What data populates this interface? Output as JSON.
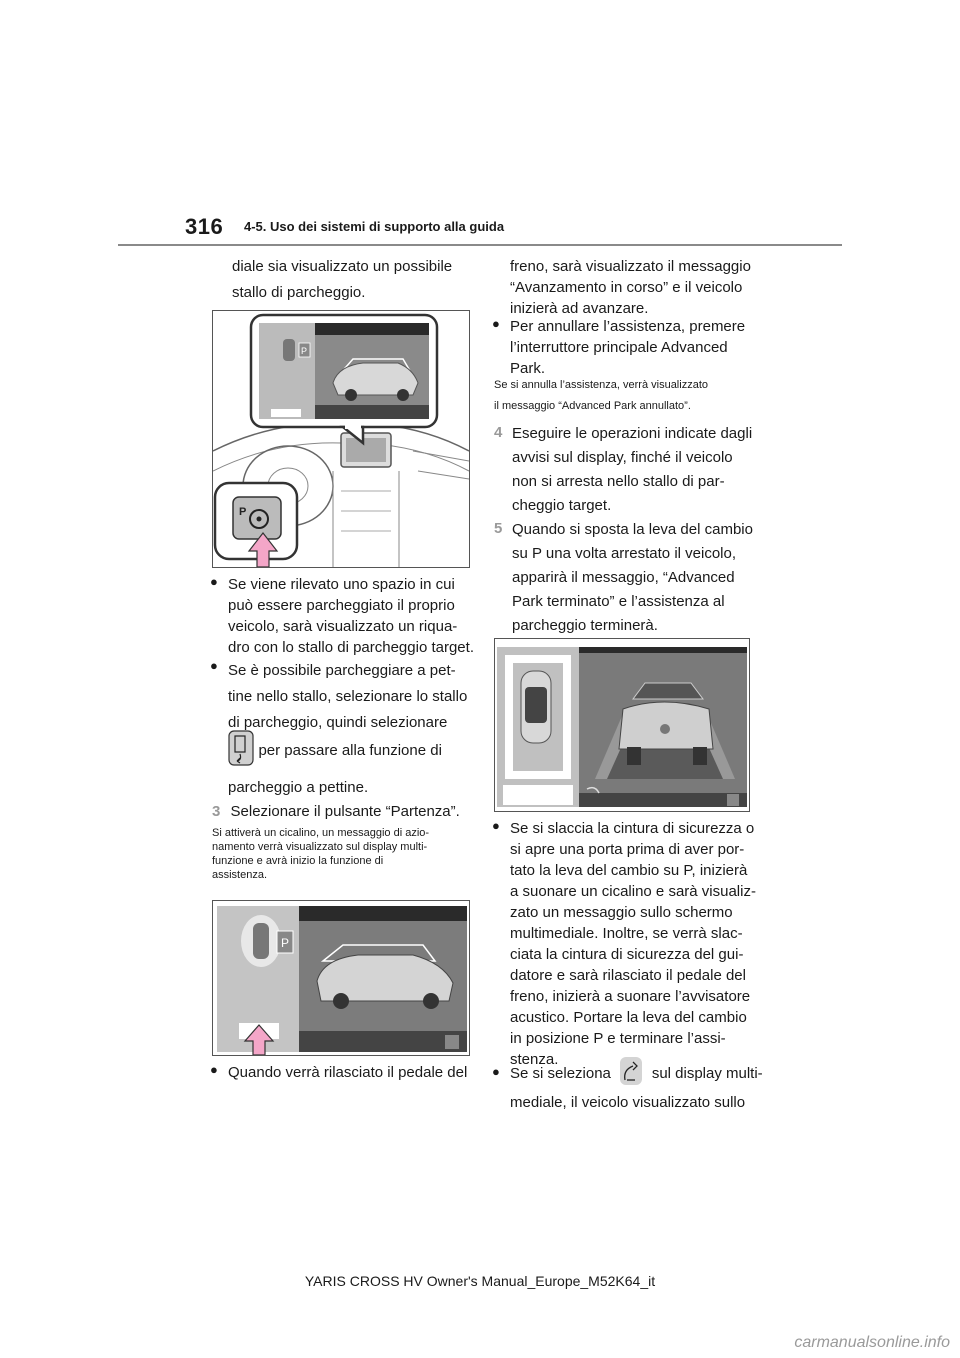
{
  "header": {
    "page_number": "316",
    "section": "4-5. Uso dei sistemi di supporto alla guida"
  },
  "left_column": {
    "intro_line1": "diale sia visualizzato un possibile",
    "intro_line2": "stallo di parcheggio.",
    "bullet1": [
      "Se viene rilevato uno spazio in cui",
      "può essere parcheggiato il proprio",
      "veicolo, sarà visualizzato un riqua-",
      "dro con lo stallo di parcheggio target."
    ],
    "bullet2": [
      "Se è possibile parcheggiare a pet-",
      "tine nello stallo, selezionare lo stallo",
      "di parcheggio, quindi selezionare"
    ],
    "bullet2_after_icon": "per passare alla funzione di",
    "bullet2_end": "parcheggio a pettine.",
    "step3_num": "3",
    "step3_text": "Selezionare il pulsante “Partenza”.",
    "step3_note": [
      "Si attiverà un cicalino, un messaggio di azio-",
      "namento verrà visualizzato sul display multi-",
      "funzione e avrà inizio la funzione di",
      "assistenza."
    ],
    "bullet3": "Quando verrà rilasciato il pedale del"
  },
  "right_column": {
    "cont_lines": [
      "freno, sarà visualizzato il messaggio",
      "“Avanzamento in corso” e il veicolo",
      "inizierà ad avanzare."
    ],
    "bullet_cancel": [
      "Per annullare l’assistenza, premere",
      "l’interruttore principale Advanced",
      "Park."
    ],
    "cancel_note": [
      "Se si annulla l’assistenza, verrà visualizzato",
      "il messaggio “Advanced Park annullato”."
    ],
    "step4_num": "4",
    "step4_lines": [
      "Eseguire le operazioni indicate dagli",
      "avvisi sul display, finché il veicolo",
      "non si arresta nello stallo di par-",
      "cheggio target."
    ],
    "step5_num": "5",
    "step5_lines": [
      "Quando si sposta la leva del cambio",
      "su P una volta arrestato il veicolo,",
      "apparirà il messaggio, “Advanced",
      "Park terminato” e l’assistenza al",
      "parcheggio terminerà."
    ],
    "bullet_seatbelt": [
      "Se si slaccia la cintura di sicurezza o",
      "si apre una porta prima di aver por-",
      "tato la leva del cambio su P, inizierà",
      "a suonare un cicalino e sarà visualiz-",
      "zato un messaggio sullo schermo",
      "multimediale. Inoltre, se verrà slac-",
      "ciata la cintura di sicurezza del gui-",
      "datore e sarà rilasciato il pedale del",
      "freno, inizierà a suonare l’avvisatore",
      "acustico. Portare la leva del cambio",
      "in posizione P e terminare l’assi-",
      "stenza."
    ],
    "bullet_select_a": "Se si seleziona",
    "bullet_select_b": "sul display multi-",
    "bullet_select_c": "mediale, il veicolo visualizzato sullo"
  },
  "figures": {
    "p_label": "P"
  },
  "footer": {
    "manual": "YARIS CROSS HV Owner's Manual_Europe_M52K64_it",
    "watermark": "carmanualsonline.info"
  }
}
